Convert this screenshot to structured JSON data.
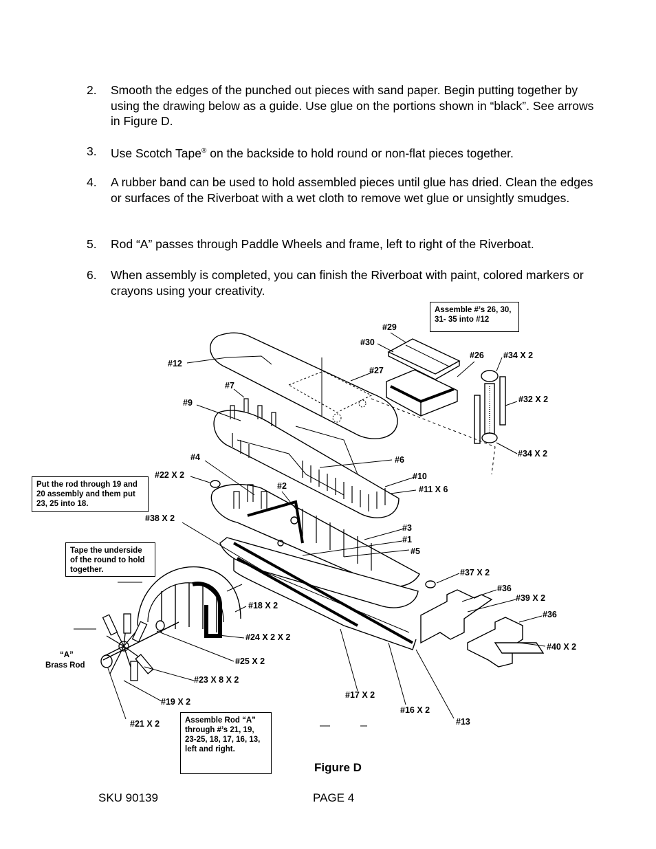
{
  "steps": [
    {
      "num": "2.",
      "text": "Smooth the edges of the punched out pieces with sand paper. Begin putting together by using the drawing below as a guide. Use glue on the portions shown in “black”. See arrows in Figure D."
    },
    {
      "num": "3.",
      "text_before": "Use Scotch Tape",
      "reg": "®",
      "text_after": " on the backside to hold round or non-flat pieces together."
    },
    {
      "num": "4.",
      "text": "A rubber band can be used to hold assembled pieces until glue has dried. Clean the edges or surfaces of the Riverboat with a wet cloth to remove wet glue or unsightly smudges."
    },
    {
      "num": "5.",
      "text": "Rod “A” passes through Paddle Wheels and frame, left to right of the Riverboat."
    },
    {
      "num": "6.",
      "text": "When assembly is completed, you can finish the Riverboat with paint, colored markers or crayons using your creativity."
    }
  ],
  "figure": {
    "caption": "Figure D",
    "notes": {
      "top_right": "Assemble #’s 26, 30, 31- 35 into #12",
      "left_rod": "Put the rod through 19 and 20 assembly and them put 23, 25 into 18.",
      "left_tape": "Tape the underside of the round to hold together.",
      "bottom": "Assemble Rod  “A” through #’s  21, 19, 23-25, 18, 17, 16, 13, left and right."
    },
    "labels": {
      "p29": "#29",
      "p30": "#30",
      "p26": "#26",
      "p34a": "#34 X 2",
      "p12": "#12",
      "p27": "#27",
      "p7": "#7",
      "p9": "#9",
      "p32": "#32 X 2",
      "p34b": "#34 X 2",
      "p4": "#4",
      "p6": "#6",
      "p22": "#22 X 2",
      "p10": "#10",
      "p2": "#2",
      "p11": "#11 X  6",
      "p38": "#38 X 2",
      "p3": "#3",
      "p1": "#1",
      "p5": "#5",
      "p37": "#37 X 2",
      "p36a": "#36",
      "p39": "#39 X 2",
      "p18": "#18 X 2",
      "p36b": "#36",
      "p24": "#24 X 2 X 2",
      "p40": "#40 X 2",
      "rod_a": "“A”",
      "brass_rod": "Brass Rod",
      "p25": "#25 X 2",
      "p23": "#23 X 8 X 2",
      "p19": "#19 X 2",
      "p17": "#17 X 2",
      "p16": "#16 X 2",
      "p13": "#13",
      "p21": "#21 X 2"
    }
  },
  "footer": {
    "sku": "SKU  90139",
    "page": "PAGE 4"
  }
}
